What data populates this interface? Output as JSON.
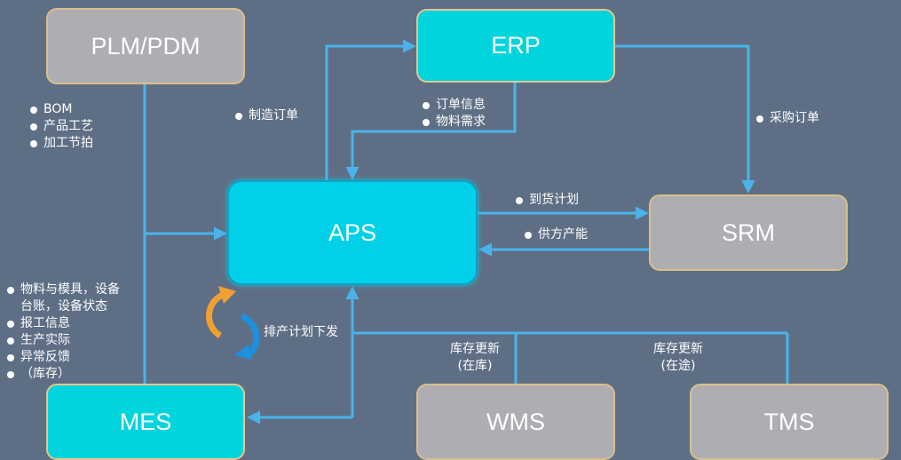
{
  "nodes": {
    "plm": "PLM/PDM",
    "erp": "ERP",
    "aps": "APS",
    "srm": "SRM",
    "mes": "MES",
    "wms": "WMS",
    "tms": "TMS"
  },
  "labels": {
    "plm_mes": [
      "BOM",
      "产品工艺",
      "加工节拍"
    ],
    "manufacture_order": "制造订单",
    "erp_aps": [
      "订单信息",
      "物料需求"
    ],
    "purchase_order": "采购订单",
    "arrival_plan": "到货计划",
    "supplier_capacity": "供方产能",
    "mes_aps": [
      "物料与模具，设备",
      "台账，设备状态",
      "报工信息",
      "生产实际",
      "异常反馈",
      "（库存）"
    ],
    "schedule_release": "排产计划下发",
    "wms_update_line1": "库存更新",
    "wms_update_line2": "(在库)",
    "tms_update_line1": "库存更新",
    "tms_update_line2": "(在途)"
  },
  "colors": {
    "background": "#5e6f85",
    "line": "#4ab3ea",
    "cyan_node": "#00d4dc",
    "gray_node": "#aeadb2",
    "cycle_orange": "#f0a030",
    "cycle_blue": "#1e90e0"
  }
}
